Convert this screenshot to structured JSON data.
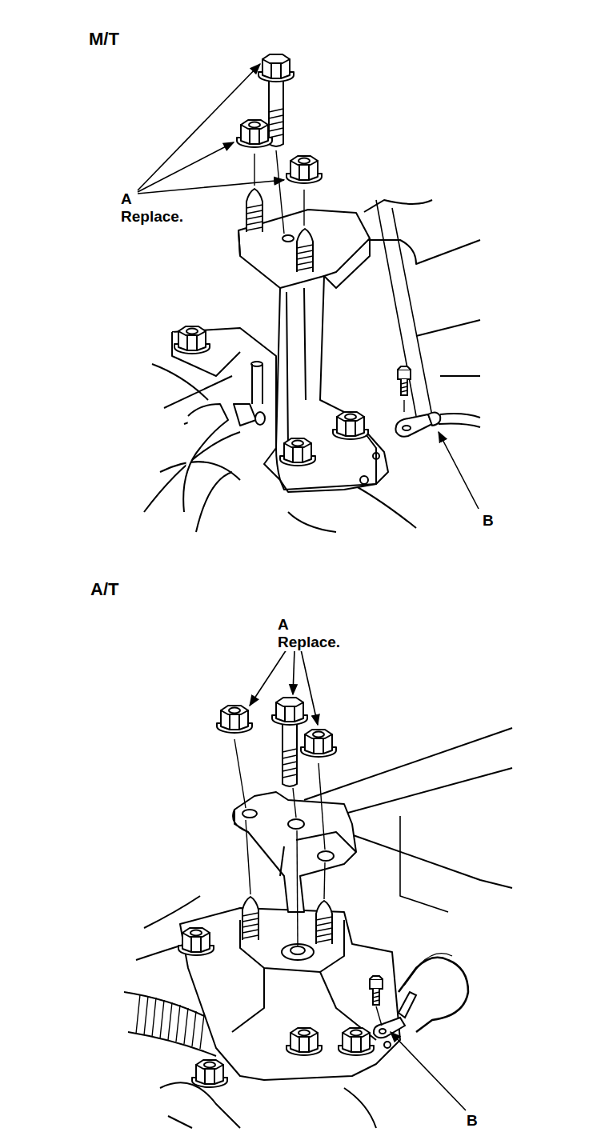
{
  "diagram": {
    "labels": [
      "M/T",
      "A",
      "Replace.",
      "B",
      "A/T",
      "A",
      "Replace.",
      "B"
    ]
  }
}
